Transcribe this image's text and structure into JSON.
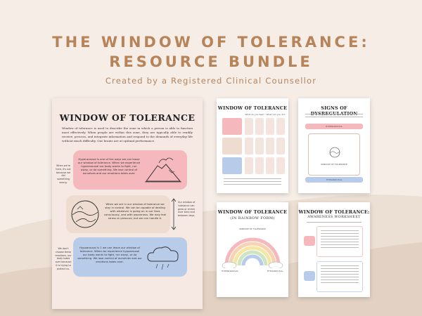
{
  "header": {
    "title_line1": "THE WINDOW OF TOLERANCE:",
    "title_line2": "RESOURCE BUNDLE",
    "subtitle": "Created by a Registered Clinical Counsellor"
  },
  "main_sheet": {
    "title": "WINDOW OF TOLERANCE",
    "intro": "Window of tolerance is used to describe the zone in which a person is able to function most effectively. When people are within this zone, they are typically able to readily receive, process, and integrate information and respond to the demands of everyday life without much difficulty. Our brains are at optimal performance.",
    "zone_hyper_text": "Hyperarousal is one of the ways we can leave our window of tolerance. When we experience hyperarousal our body wants to fight, run away, or do something. We lose control of ourselves and our emotions takes over.",
    "zone_window_text": "When we are in our window of tolerance we stay in control. We can be capable of dealing with whatever is going on in our lives consciously, and with awareness. We may feel stress or pressure, but we can handle it.",
    "zone_hypo_text": "Hypoarousal is 1 we can leave our window of tolerance. When we experience hypoarousal our body wants to fight, run away, or do something. We lose control of ourselves and our emotions takes over.",
    "note_left_top": "When we're here, it's not because we did something wrong.",
    "note_right_mid": "Our window of tolerance can grow or shrink over time and between days.",
    "note_left_bottom": "We don't choose these reactions, our body takes over because it is trying to protect us."
  },
  "sheet_2": {
    "title": "WINDOW OF TOLERANCE",
    "col1": "What do you feel?",
    "col2": "What can you do?"
  },
  "sheet_3": {
    "title": "SIGNS OF DYSREGULATION",
    "bar_hyper": "HYPERAROUSAL",
    "bar_window": "WINDOW OF TOLERANCE",
    "bar_hypo": "HYPOAROUSAL"
  },
  "sheet_4": {
    "title": "WINDOW OF TOLERANCE",
    "subtitle": "(IN RAINBOW FORM)",
    "arc_label": "WINDOW OF TOLERANCE",
    "left_label": "HYPERAROUSAL",
    "right_label": "HYPOAROUSAL"
  },
  "sheet_5": {
    "title": "WINDOW OF TOLERANCE:",
    "subtitle": "AWARENESS WORKSHEET"
  },
  "colors": {
    "accent": "#b78359",
    "pink": "#f4b8bd",
    "beige": "#eddccf",
    "blue": "#b8ccea",
    "background": "#f5ede6"
  }
}
